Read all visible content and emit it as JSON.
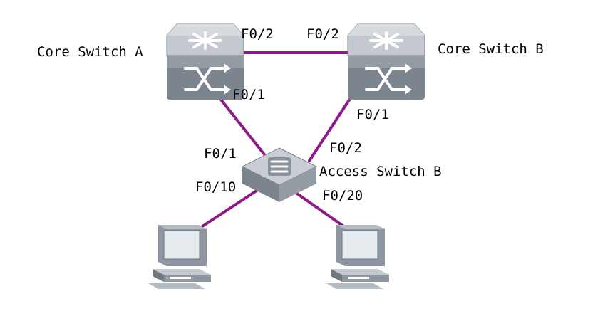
{
  "colors": {
    "link": "#8e1a8a",
    "device_top": "#c9ced4",
    "device_side": "#8a929a",
    "device_front": "#6f777f",
    "pc_body": "#8e97a1",
    "pc_screen": "#e6ebf0"
  },
  "devices": {
    "core_a": {
      "label": "Core Switch A",
      "icon": "core-switch-icon"
    },
    "core_b": {
      "label": "Core Switch B",
      "icon": "core-switch-icon"
    },
    "access": {
      "label": "Access Switch B",
      "icon": "access-switch-icon"
    },
    "pc_left": {
      "icon": "pc-icon"
    },
    "pc_right": {
      "icon": "pc-icon"
    }
  },
  "ports": {
    "core_a_to_core_b": "F0/2",
    "core_b_to_core_a": "F0/2",
    "core_a_to_access": "F0/1",
    "core_b_to_access": "F0/1",
    "access_to_core_a": "F0/1",
    "access_to_core_b": "F0/2",
    "access_to_pc_left": "F0/10",
    "access_to_pc_right": "F0/20"
  }
}
